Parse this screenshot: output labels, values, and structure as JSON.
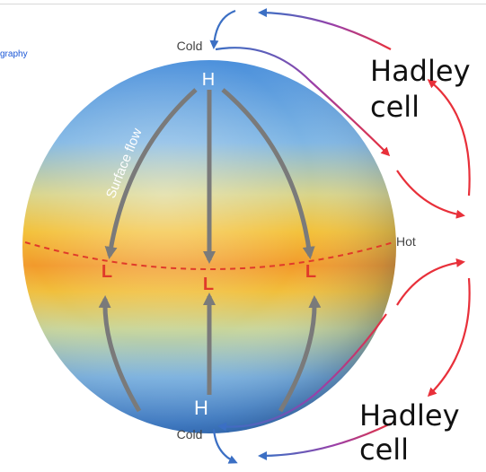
{
  "page": {
    "link_text": "graphy"
  },
  "diagram": {
    "labels": {
      "cold_top": "Cold",
      "cold_bottom": "Cold",
      "hot": "Hot",
      "high_top": "H",
      "high_bottom": "H",
      "low_left": "L",
      "low_center": "L",
      "low_right": "L",
      "surface_flow": "Surface flow",
      "hadley_top_line1": "Hadley",
      "hadley_top_line2": "cell",
      "hadley_bottom_line1": "Hadley",
      "hadley_bottom_line2": "cell"
    },
    "colors": {
      "cold": "#4a90d9",
      "warm": "#f2c230",
      "hot": "#f08a24",
      "arrow_warm": "#e8303a",
      "arrow_cool": "#3b6fc4",
      "low_marker": "#e03a2a",
      "surface_arrow": "#7a7a7a"
    }
  }
}
